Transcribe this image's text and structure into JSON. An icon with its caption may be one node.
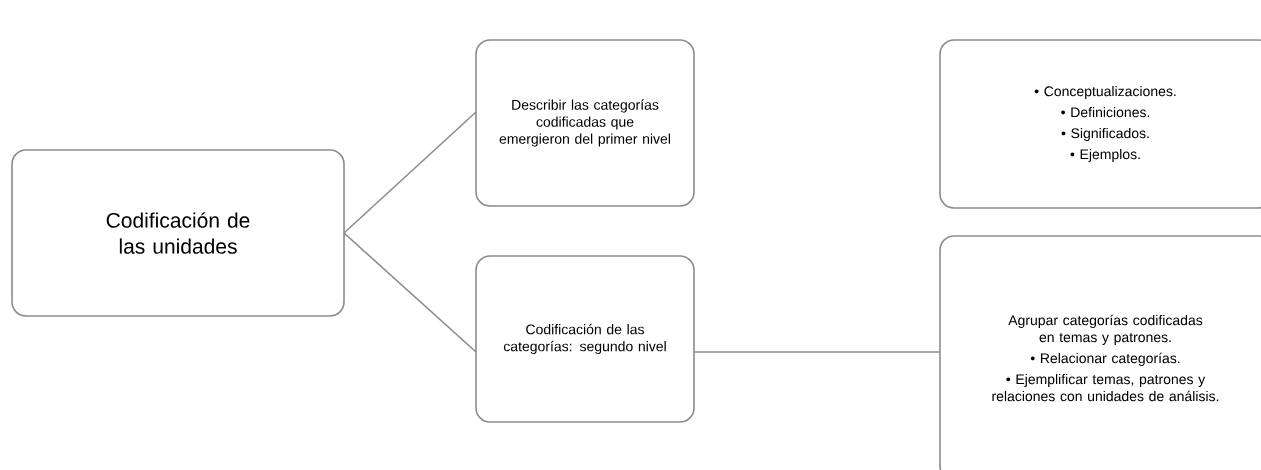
{
  "diagram": {
    "nodes": [
      {
        "text": [
          "Codificación de las unidades"
        ]
      },
      {
        "text": [
          "Describir las categorías codificadas que emergieron del primer nivel"
        ]
      },
      {
        "text": [
          "Codificación de las categorías: segundo nivel"
        ]
      },
      {
        "text": [
          "• Conceptualizaciones.",
          "• Definiciones.",
          "• Significados.",
          "• Ejemplos."
        ]
      },
      {
        "text": [
          "Agrupar categorías codificadas en temas y patrones.",
          "• Relacionar categorías.",
          "• Ejemplificar temas, patrones y relaciones con unidades de análisis."
        ]
      }
    ],
    "edges": [
      {
        "from": 0,
        "to": 1,
        "arrow": "none"
      },
      {
        "from": 0,
        "to": 2,
        "arrow": "none"
      },
      {
        "from": 2,
        "to": 4,
        "arrow": "none"
      }
    ]
  }
}
